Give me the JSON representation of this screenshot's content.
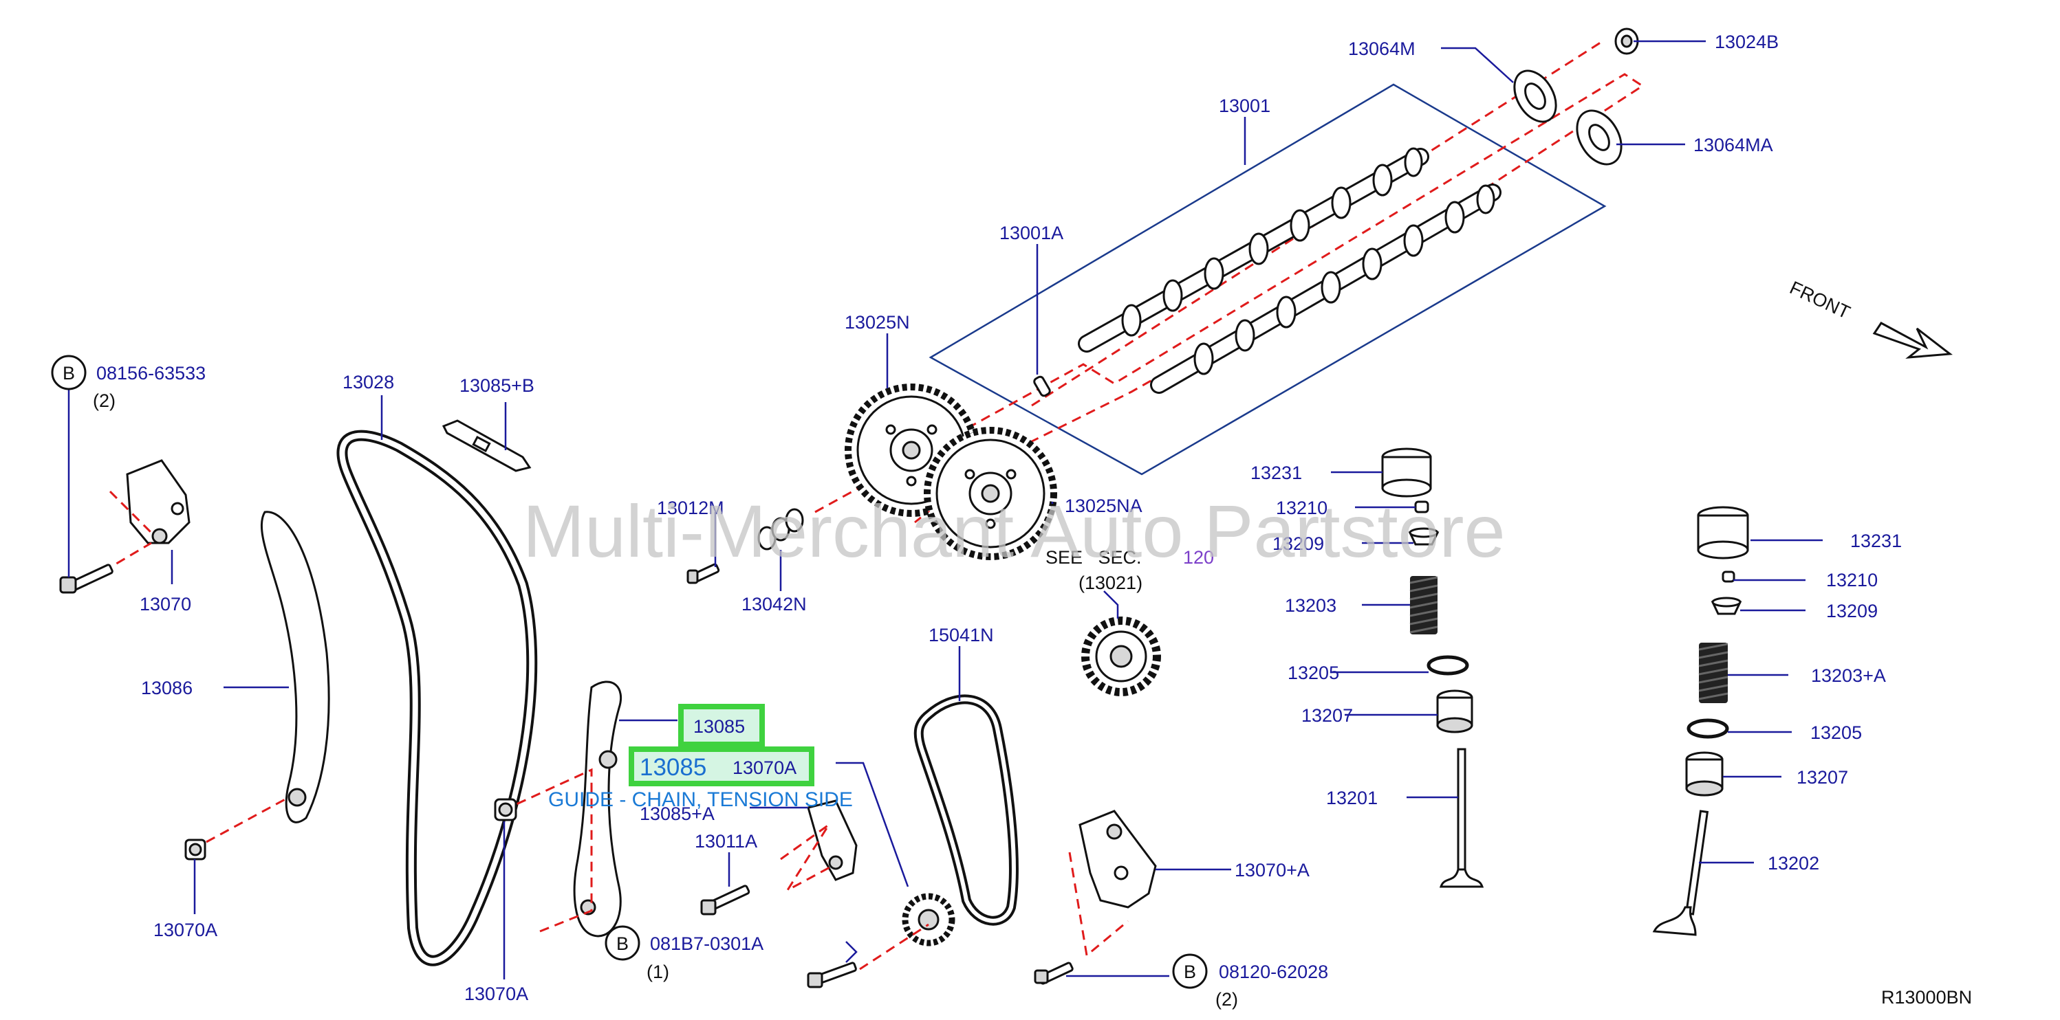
{
  "diagram": {
    "watermark": "Multi-Merchant Auto Partstore",
    "code": "R13000BN",
    "front_label": "FRONT",
    "see_sec": {
      "line1": "SEE   SEC.",
      "num": "120",
      "line2": "(13021)"
    },
    "bolt_callouts": {
      "b1": {
        "letter": "B",
        "part": "08156-63533",
        "qty": "(2)"
      },
      "b2": {
        "letter": "B",
        "part": "081B7-0301A",
        "qty": "(1)"
      },
      "b3": {
        "letter": "B",
        "part": "08120-62028",
        "qty": "(2)"
      }
    },
    "labels": {
      "p13064M": "13064M",
      "p13024B": "13024B",
      "p13001": "13001",
      "p13064MA": "13064MA",
      "p13001A": "13001A",
      "p13025N": "13025N",
      "p13025NA": "13025NA",
      "p13028": "13028",
      "p13085B": "13085+B",
      "p13012M": "13012M",
      "p13042N": "13042N",
      "p13070": "13070",
      "p13086": "13086",
      "p13070A": "13070A",
      "p13070A2": "13070A",
      "p13085A": "13085+A",
      "p13011A": "13011A",
      "p15041N": "15041N",
      "p13070pA": "13070+A",
      "p13231": "13231",
      "p13210": "13210",
      "p13209": "13209",
      "p13203": "13203",
      "p13205": "13205",
      "p13207": "13207",
      "p13201": "13201",
      "p13231r": "13231",
      "p13210r": "13210",
      "p13209r": "13209",
      "p13203A": "13203+A",
      "p13205r": "13205",
      "p13207r": "13207",
      "p13202": "13202"
    },
    "highlights": {
      "h1": "13085",
      "h2": "13085",
      "h2_overlap": "13070A",
      "caption": "GUIDE - CHAIN, TENSION SIDE"
    },
    "colors": {
      "label": "#1a1a9c",
      "dashed_line": "#e01b1b",
      "highlight_box": "#3fd23f",
      "highlight_fill": "#d5f5e3",
      "caption": "#1a7ad6",
      "watermark": "#c4c4c4"
    }
  }
}
